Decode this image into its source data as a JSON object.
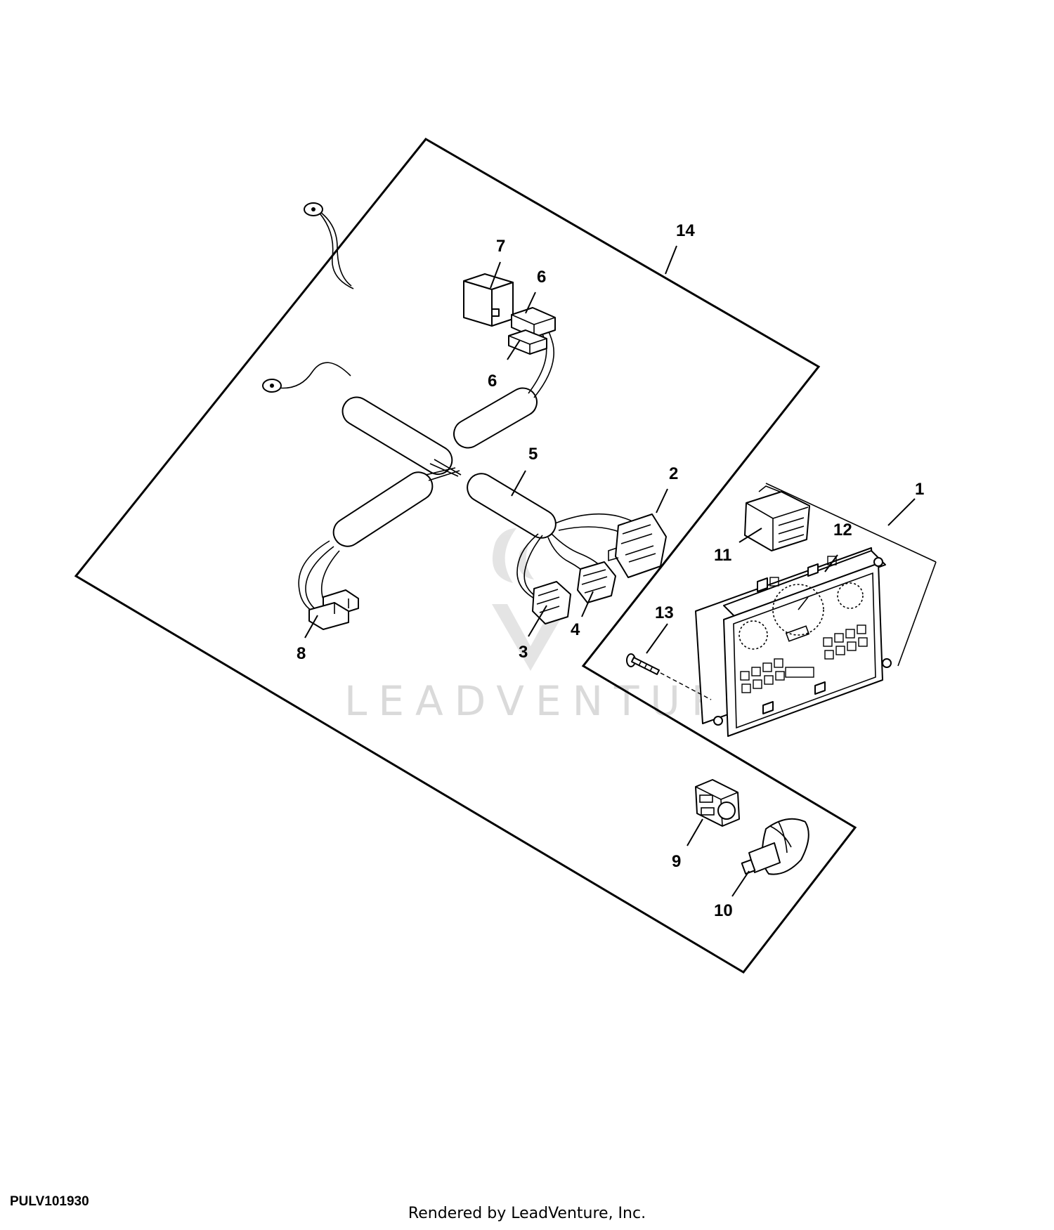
{
  "watermark": {
    "text": "LEADVENTURE"
  },
  "callouts": {
    "c1": "1",
    "c2": "2",
    "c3": "3",
    "c4": "4",
    "c5": "5",
    "c6a": "6",
    "c6b": "6",
    "c7": "7",
    "c8": "8",
    "c9": "9",
    "c10": "10",
    "c11": "11",
    "c12": "12",
    "c13": "13",
    "c14": "14"
  },
  "footer": {
    "figure_id": "PULV101930",
    "credit": "Rendered by LeadVenture, Inc."
  }
}
